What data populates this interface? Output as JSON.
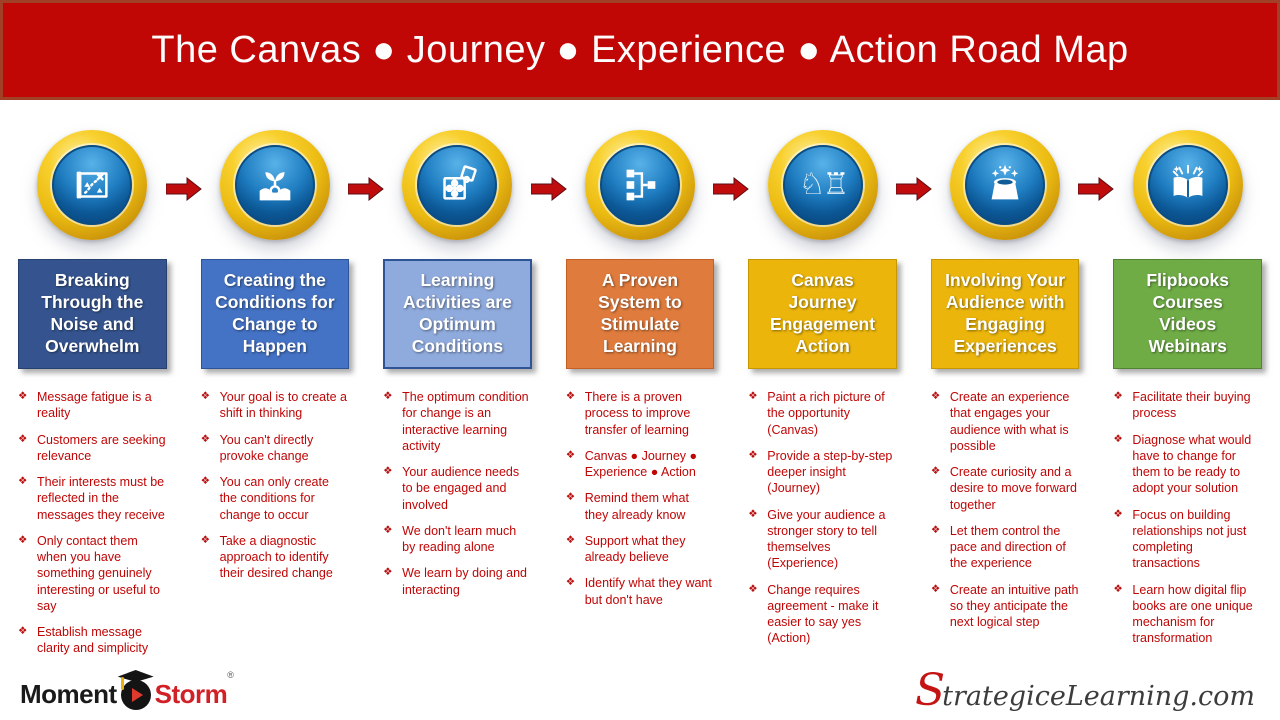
{
  "title": "The Canvas ● Journey ● Experience ● Action Road Map",
  "bullet_glyph": "❖",
  "colors": {
    "banner_bg": "#C10606",
    "banner_border": "#A04027",
    "arrow": "#C00C0C",
    "bullet_text": "#C00505",
    "header_colors": [
      "#35548F",
      "#4472C4",
      "#8FAADC",
      "#DF7B3D",
      "#EBB50C",
      "#EBB50C",
      "#6FAC46"
    ],
    "coin_gold": "#EBBB12",
    "coin_blue": "#0C5896"
  },
  "columns": [
    {
      "icon": "treasure-map-icon",
      "header": "Breaking\nThrough the\nNoise and\nOverwhelm",
      "bullets": [
        "Message fatigue is a reality",
        "Customers are seeking relevance",
        "Their interests must be reflected in the messages they receive",
        "Only contact them when you have something genuinely interesting or useful to say",
        "Establish message clarity and simplicity"
      ]
    },
    {
      "icon": "seedling-icon",
      "header": "Creating the\nConditions for\nChange to\nHappen",
      "bullets": [
        "Your goal is to create a shift in thinking",
        "You can't directly provoke change",
        "You can only create the conditions for change to occur",
        "Take a diagnostic approach to identify their desired change"
      ]
    },
    {
      "icon": "puzzle-icon",
      "header": "Learning\nActivities are\nOptimum\nConditions",
      "bullets": [
        "The optimum condition for change is an interactive learning activity",
        "Your audience needs to be engaged and involved",
        "We don't learn much by reading alone",
        "We learn by doing and interacting"
      ]
    },
    {
      "icon": "flowchart-icon",
      "header": "A Proven\nSystem to\nStimulate\nLearning",
      "bullets": [
        "There is a proven process to improve transfer of learning",
        "Canvas ● Journey ● Experience ● Action",
        "Remind them what they already know",
        "Support what they already believe",
        "Identify what they want but don't have"
      ]
    },
    {
      "icon": "chess-pieces-icon",
      "header": "Canvas\nJourney\nEngagement\nAction",
      "bullets": [
        "Paint a rich picture of the opportunity (Canvas)",
        "Provide a step-by-step deeper insight (Journey)",
        "Give your audience a stronger story to tell themselves (Experience)",
        "Change requires agreement - make it easier to say yes (Action)"
      ]
    },
    {
      "icon": "magic-hat-icon",
      "header": "Involving Your\nAudience with\nEngaging\nExperiences",
      "bullets": [
        "Create an experience that engages your audience with what is possible",
        "Create curiosity and a desire to move forward together",
        "Let them control the pace and direction of the experience",
        "Create an intuitive path so they anticipate the next logical step"
      ]
    },
    {
      "icon": "open-book-icon",
      "header": "Flipbooks\nCourses\nVideos\nWebinars",
      "bullets": [
        "Facilitate their buying process",
        "Diagnose what would have to change for them to be ready to adopt your solution",
        "Focus on building relationships not just completing transactions",
        "Learn how digital flip books are one unique mechanism for transformation"
      ]
    }
  ],
  "footer": {
    "left_logo": {
      "part1": "Moment",
      "part2": "Storm",
      "reg": "®",
      "icon": "graduation-cap-play-icon"
    },
    "right_logo": {
      "initial": "S",
      "rest": "trategiceLearning.com"
    }
  }
}
